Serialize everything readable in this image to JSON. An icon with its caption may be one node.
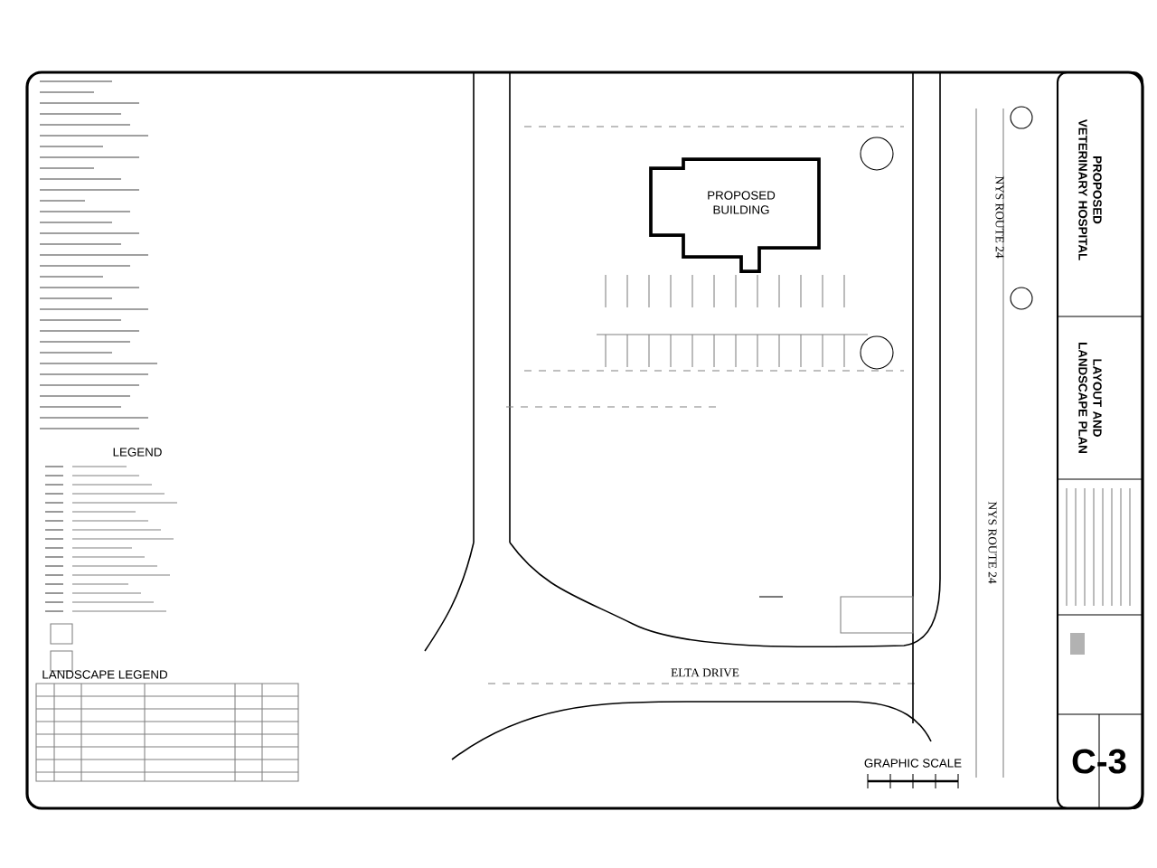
{
  "diagram": {
    "nodes": [
      {
        "text": [
          "PROPOSED BUILDING"
        ]
      }
    ],
    "labels": [
      "LEGEND",
      "LANDSCAPE LEGEND",
      "NYS ROUTE 24",
      "NYS ROUTE 24",
      "ELTA DRIVE",
      "GRAPHIC SCALE",
      "PROPOSED VETERINARY HOSPITAL",
      "LAYOUT AND LANDSCAPE PLAN",
      "C-3"
    ]
  }
}
